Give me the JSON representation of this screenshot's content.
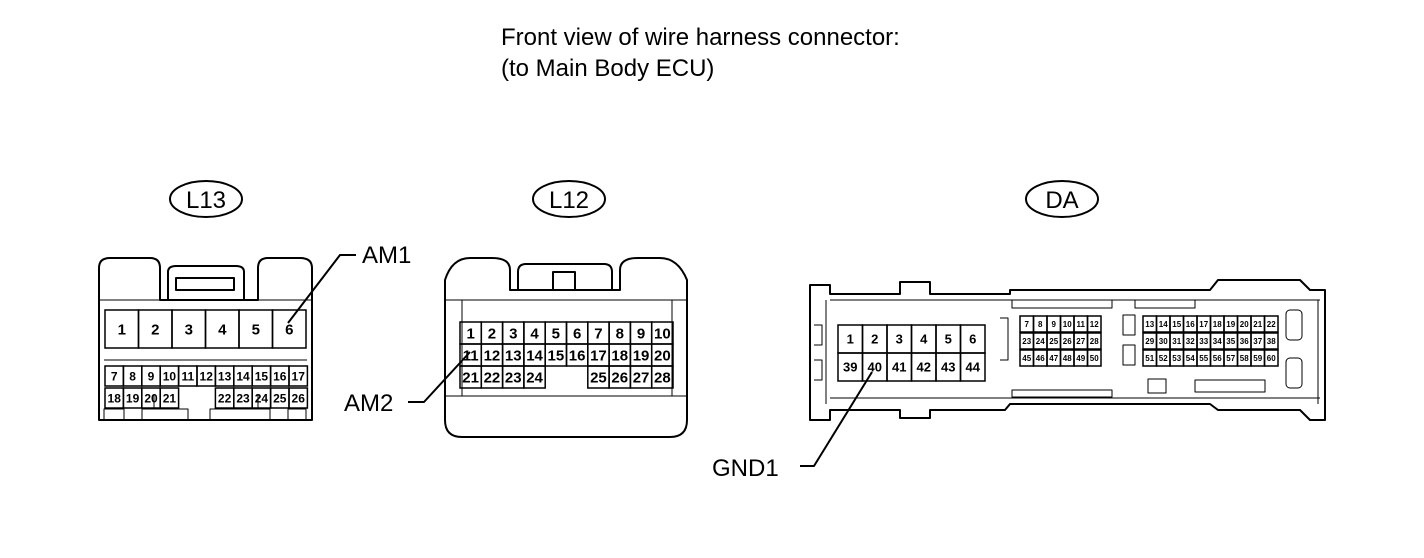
{
  "title": {
    "line1": "Front view of wire harness connector:",
    "line2": "(to Main Body ECU)"
  },
  "connectors": [
    {
      "id": "L13",
      "label": "L13",
      "row1": [
        "1",
        "2",
        "3",
        "4",
        "5",
        "6"
      ],
      "row2": [
        "7",
        "8",
        "9",
        "10",
        "11",
        "12",
        "13",
        "14",
        "15",
        "16",
        "17"
      ],
      "row3": [
        "18",
        "19",
        "20",
        "21",
        "",
        "",
        "22",
        "23",
        "24",
        "25",
        "26"
      ]
    },
    {
      "id": "L12",
      "label": "L12",
      "row1": [
        "1",
        "2",
        "3",
        "4",
        "5",
        "6",
        "7",
        "8",
        "9",
        "10"
      ],
      "row2": [
        "11",
        "12",
        "13",
        "14",
        "15",
        "16",
        "17",
        "18",
        "19",
        "20"
      ],
      "row3": [
        "21",
        "22",
        "23",
        "24",
        "",
        "",
        "25",
        "26",
        "27",
        "28"
      ]
    },
    {
      "id": "DA",
      "label": "DA",
      "big_row1": [
        "1",
        "2",
        "3",
        "4",
        "5",
        "6"
      ],
      "big_row2": [
        "39",
        "40",
        "41",
        "42",
        "43",
        "44"
      ],
      "mid_rows": [
        [
          "7",
          "8",
          "9",
          "10",
          "11",
          "12"
        ],
        [
          "23",
          "24",
          "25",
          "26",
          "27",
          "28"
        ],
        [
          "45",
          "46",
          "47",
          "48",
          "49",
          "50"
        ]
      ],
      "right_rows": [
        [
          "13",
          "14",
          "15",
          "16",
          "17",
          "18",
          "19",
          "20",
          "21",
          "22"
        ],
        [
          "29",
          "30",
          "31",
          "32",
          "33",
          "34",
          "35",
          "36",
          "37",
          "38"
        ],
        [
          "51",
          "52",
          "53",
          "54",
          "55",
          "56",
          "57",
          "58",
          "59",
          "60"
        ]
      ]
    }
  ],
  "callouts": [
    {
      "id": "am1",
      "text": "AM1"
    },
    {
      "id": "am2",
      "text": "AM2"
    },
    {
      "id": "gnd1",
      "text": "GND1"
    }
  ]
}
